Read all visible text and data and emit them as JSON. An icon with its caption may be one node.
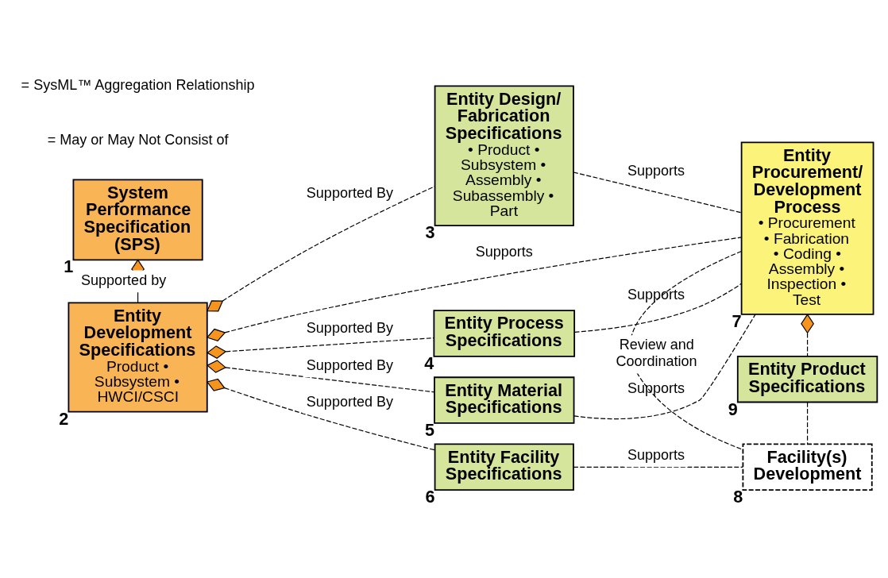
{
  "diagram": {
    "nodes": [
      {
        "text": [
          "System Performance Specification (SPS)"
        ],
        "beside": [
          "1"
        ]
      },
      {
        "text": [
          "Entity Development Specifications",
          "Product • Subsystem • HWCI/CSCI"
        ],
        "beside": [
          "2"
        ]
      },
      {
        "text": [
          "Entity Design/ Fabrication Specifications",
          "• Product • Subsystem • Assembly • Subassembly • Part"
        ],
        "beside": [
          "3"
        ]
      },
      {
        "text": [
          "Entity Process Specifications"
        ],
        "beside": [
          "4"
        ]
      },
      {
        "text": [
          "Entity Material Specifications"
        ],
        "beside": [
          "5"
        ]
      },
      {
        "text": [
          "Entity Facility Specifications"
        ],
        "beside": [
          "6"
        ]
      },
      {
        "text": [
          "Entity Procurement/ Development Process",
          "• Procurement • Fabrication • Coding • Assembly • Inspection • Test"
        ],
        "beside": [
          "7"
        ]
      },
      {
        "text": [
          "Facility(s) Development"
        ],
        "beside": [
          "8"
        ]
      },
      {
        "text": [
          "Entity Product Specifications"
        ],
        "beside": [
          "9"
        ]
      }
    ],
    "edges": [
      {
        "from": 0,
        "to": 1,
        "arrow": "other",
        "label": "Supported by"
      },
      {
        "from": 1,
        "to": 6,
        "arrow": "other",
        "style": "dashed",
        "label": "Supports"
      },
      {
        "from": 1,
        "to": 2,
        "arrow": "other",
        "style": "dashed",
        "label": "Supported By"
      },
      {
        "from": 1,
        "to": 3,
        "arrow": "other",
        "style": "dashed",
        "label": "Supported By"
      },
      {
        "from": 1,
        "to": 4,
        "arrow": "other",
        "style": "dashed",
        "label": "Supported By"
      },
      {
        "from": 1,
        "to": 5,
        "arrow": "other",
        "style": "dashed",
        "label": "Supported By"
      },
      {
        "from": 2,
        "to": 6,
        "arrow": "none",
        "style": "dashed",
        "label": "Supports"
      },
      {
        "from": 3,
        "to": 6,
        "arrow": "none",
        "style": "dashed",
        "label": "Supports"
      },
      {
        "from": 4,
        "to": 6,
        "arrow": "none",
        "style": "dashed",
        "label": "Supports"
      },
      {
        "from": 5,
        "to": 7,
        "arrow": "none",
        "style": "dashed",
        "label": "Supports"
      },
      {
        "from": 6,
        "to": 7,
        "arrow": "none",
        "style": "dashed",
        "label": "Review and Coordination"
      },
      {
        "from": 6,
        "to": 8,
        "arrow": "other",
        "style": "dashed"
      },
      {
        "from": 8,
        "to": 7,
        "arrow": "none",
        "style": "dashed"
      }
    ],
    "legend": [
      {
        "text": "= SysML™ Aggregation Relationship"
      },
      {
        "text": "= May or May Not Consist of"
      }
    ]
  }
}
